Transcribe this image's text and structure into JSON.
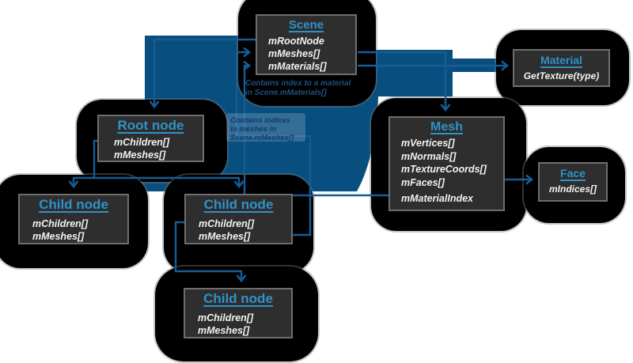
{
  "diagram": {
    "boxes": {
      "scene": {
        "title": "Scene",
        "fields": [
          "mRootNode",
          "mMeshes[]",
          "mMaterials[]"
        ]
      },
      "material": {
        "title": "Material",
        "fields": [
          "GetTexture(type)"
        ]
      },
      "mesh": {
        "title": "Mesh",
        "fields": [
          "mVertices[]",
          "mNormals[]",
          "mTextureCoords[]",
          "mFaces[]",
          "mMaterialIndex"
        ]
      },
      "face": {
        "title": "Face",
        "fields": [
          "mIndices[]"
        ]
      },
      "root": {
        "title": "Root node",
        "fields": [
          "mChildren[]",
          "mMeshes[]"
        ]
      },
      "child1": {
        "title": "Child node",
        "fields": [
          "mChildren[]",
          "mMeshes[]"
        ]
      },
      "child2": {
        "title": "Child node",
        "fields": [
          "mChildren[]",
          "mMeshes[]"
        ]
      },
      "child3": {
        "title": "Child node",
        "fields": [
          "mChildren[]",
          "mMeshes[]"
        ]
      }
    },
    "annotations": {
      "material_note": "Contains index to a material\nin Scene.mMaterials[]",
      "meshes_note": "Contains indices\nto meshes in\nScene.mMeshes[]"
    },
    "colors": {
      "title_blue": "#2e93c9",
      "connector_blue": "#165d95",
      "big_arrow_blue": "#084e7e",
      "box_bg": "#2e2e2e",
      "box_border": "#6e6e6e",
      "blob_black": "#000000",
      "field_white": "#f2f2f2",
      "note_navy": "#1d5080"
    }
  }
}
